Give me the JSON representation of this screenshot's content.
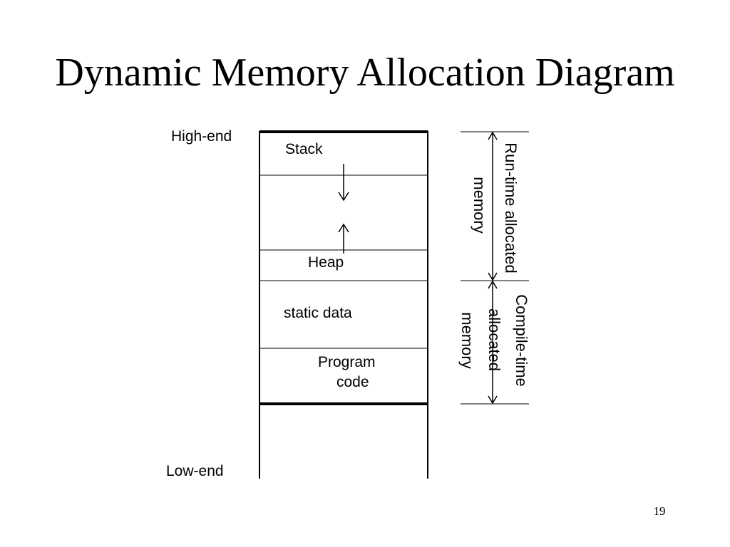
{
  "title": "Dynamic Memory Allocation Diagram",
  "labels": {
    "high_end": "High-end",
    "low_end": "Low-end"
  },
  "segments": {
    "stack": "Stack",
    "heap": "Heap",
    "static_data": "static data",
    "program_line1": "Program",
    "program_line2": "code"
  },
  "brackets": {
    "runtime_line1": "Run-time  allocated",
    "runtime_line2": "memory",
    "compile_line1": "Compile-time",
    "compile_line2": "allocated",
    "compile_line3": "memory"
  },
  "page_number": "19"
}
